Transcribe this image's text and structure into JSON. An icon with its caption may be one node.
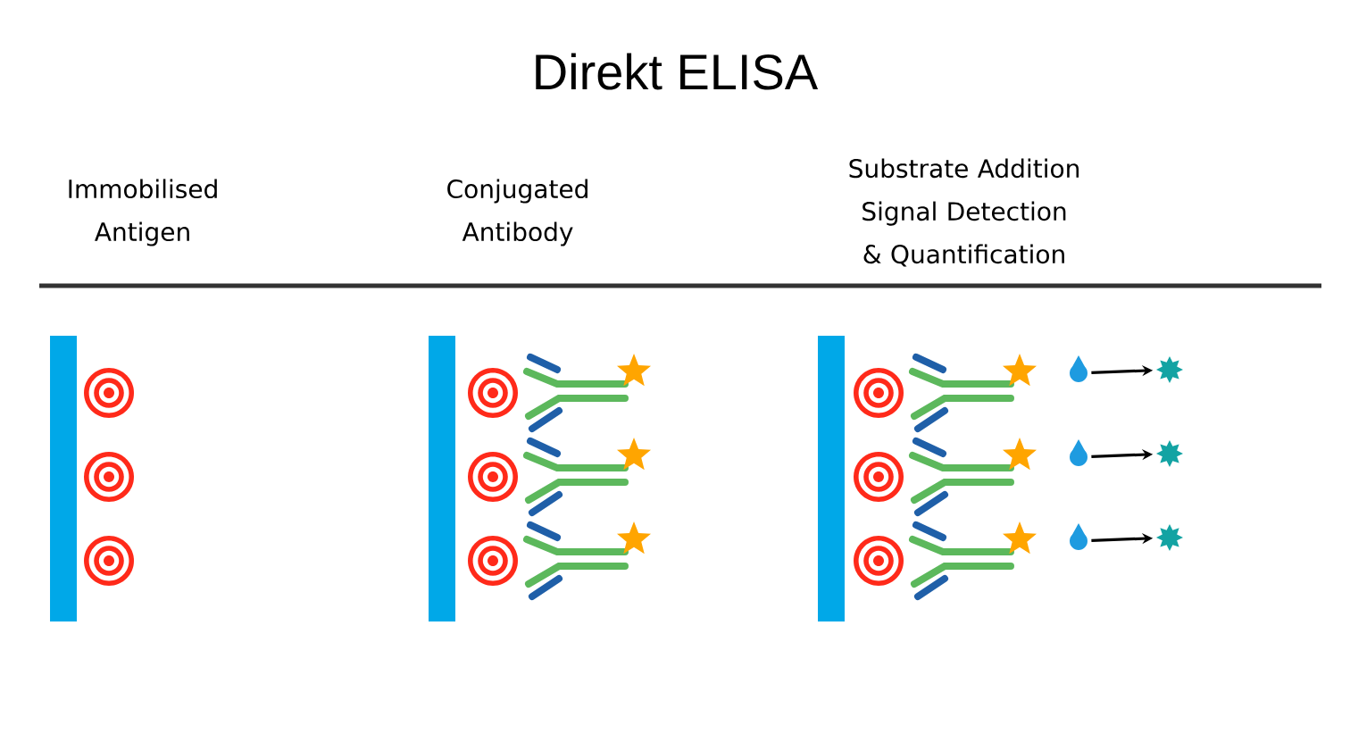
{
  "diagram": {
    "title": "Direkt ELISA",
    "nodes": [
      {
        "text": [],
        "shape": "drop"
      },
      {
        "text": [],
        "shape": "star"
      },
      {
        "text": [],
        "shape": "drop"
      },
      {
        "text": [],
        "shape": "star"
      },
      {
        "text": [],
        "shape": "drop"
      },
      {
        "text": [],
        "shape": "star"
      }
    ],
    "edges": [
      {
        "from": 0,
        "to": 1,
        "arrow": "to"
      },
      {
        "from": 2,
        "to": 3,
        "arrow": "to"
      },
      {
        "from": 4,
        "to": 5,
        "arrow": "to"
      }
    ],
    "labels": [
      "Immobilised Antigen",
      "Conjugated Antibody",
      "Substrate Addition Signal Detection & Quantification"
    ]
  }
}
